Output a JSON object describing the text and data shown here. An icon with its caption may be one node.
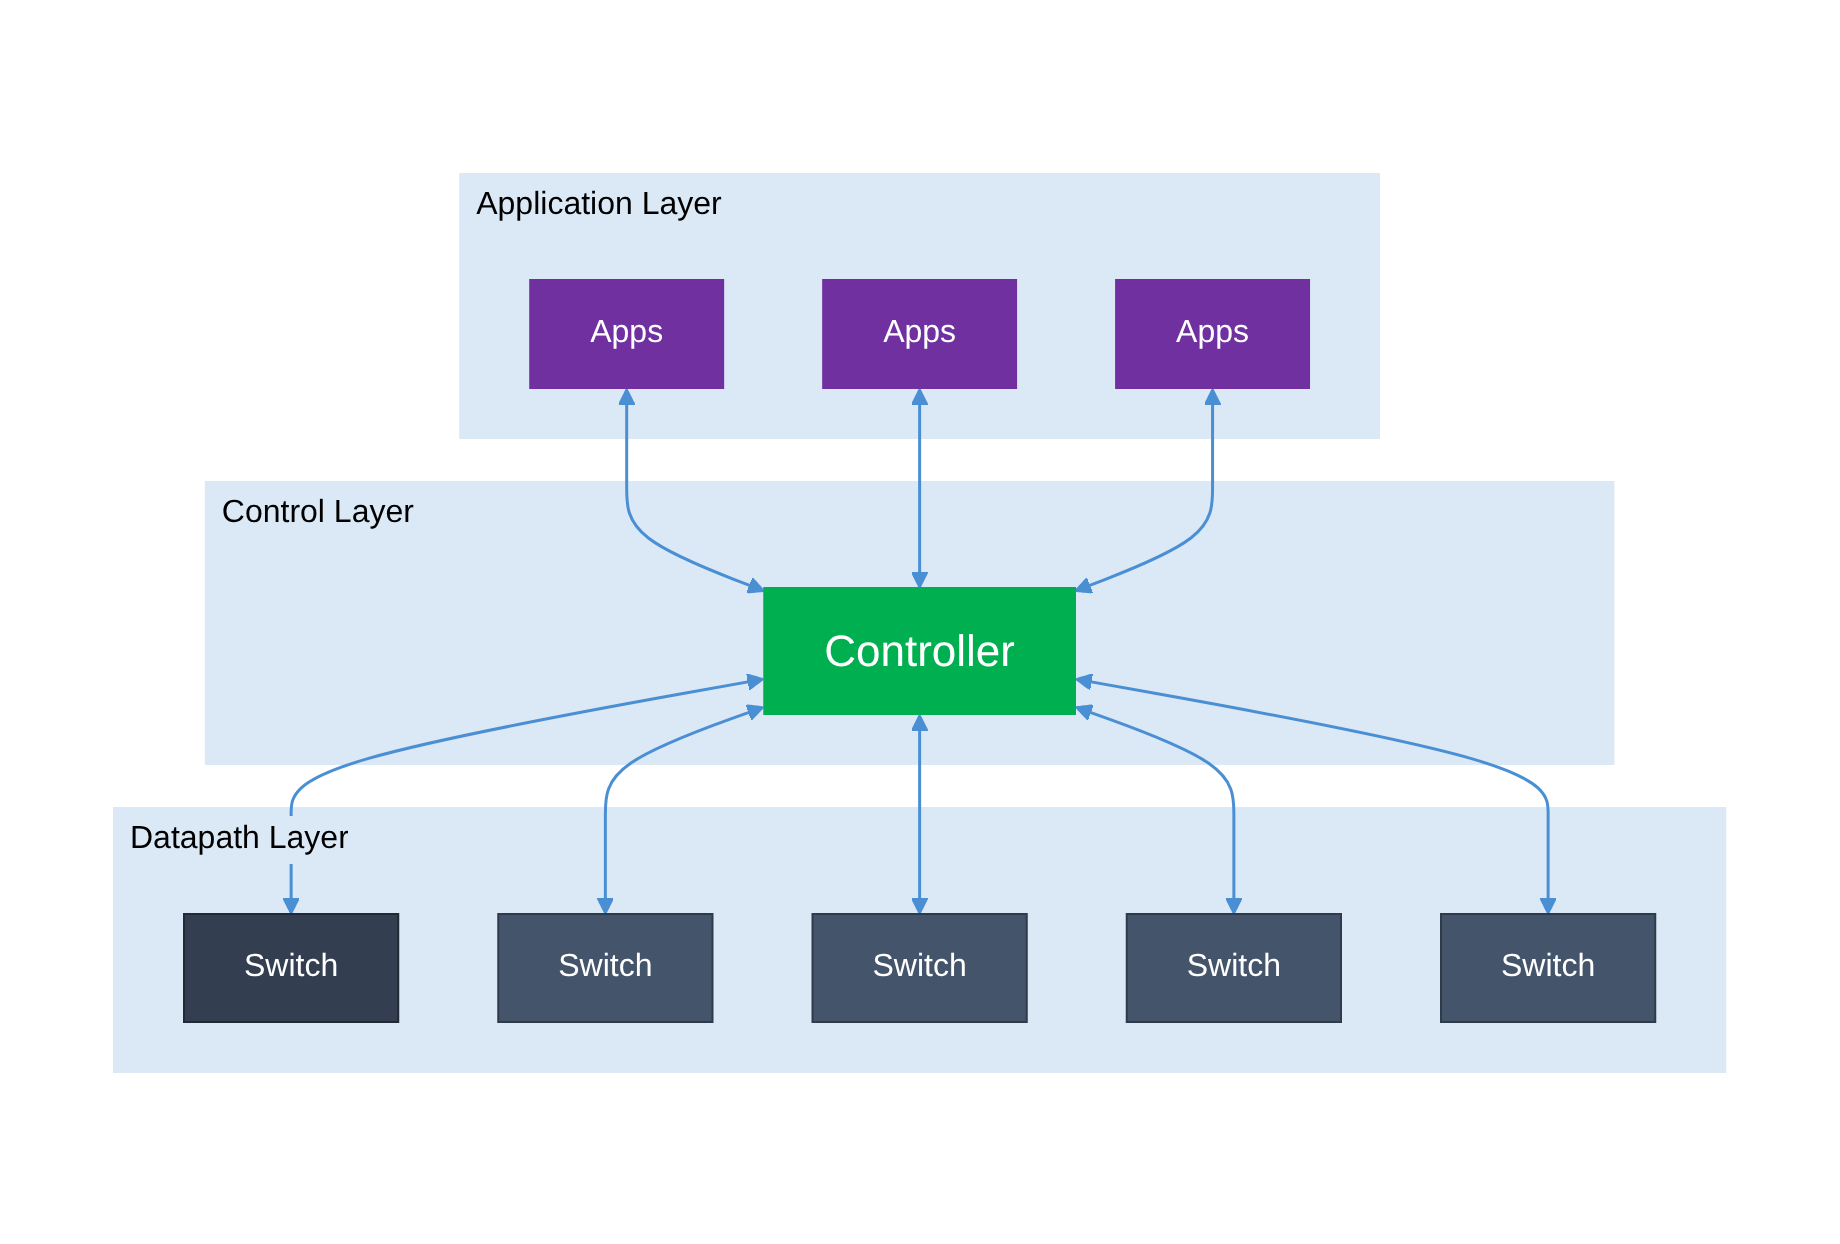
{
  "diagram": {
    "nodes": [
      {
        "text": [
          "Application Layer"
        ]
      },
      {
        "text": [
          "Apps"
        ],
        "in": 0
      },
      {
        "text": [
          "Apps"
        ],
        "in": 0
      },
      {
        "text": [
          "Apps"
        ],
        "in": 0
      },
      {
        "text": [
          "Control Layer"
        ]
      },
      {
        "text": [
          "Controller"
        ],
        "in": 4
      },
      {
        "text": [
          "Datapath Layer"
        ]
      },
      {
        "text": [
          "Switch"
        ],
        "in": 6
      },
      {
        "text": [
          "Switch"
        ],
        "in": 6
      },
      {
        "text": [
          "Switch"
        ],
        "in": 6
      },
      {
        "text": [
          "Switch"
        ],
        "in": 6
      },
      {
        "text": [
          "Switch"
        ],
        "in": 6
      }
    ],
    "edges": [
      {
        "from": 1,
        "to": 5,
        "arrow": "both"
      },
      {
        "from": 2,
        "to": 5,
        "arrow": "both"
      },
      {
        "from": 3,
        "to": 5,
        "arrow": "both"
      },
      {
        "from": 5,
        "to": 7,
        "arrow": "both"
      },
      {
        "from": 5,
        "to": 10,
        "arrow": "both"
      },
      {
        "from": 5,
        "to": 8,
        "arrow": "both"
      },
      {
        "from": 5,
        "to": 11,
        "arrow": "both"
      },
      {
        "from": 5,
        "to": 9,
        "arrow": "both"
      }
    ]
  }
}
